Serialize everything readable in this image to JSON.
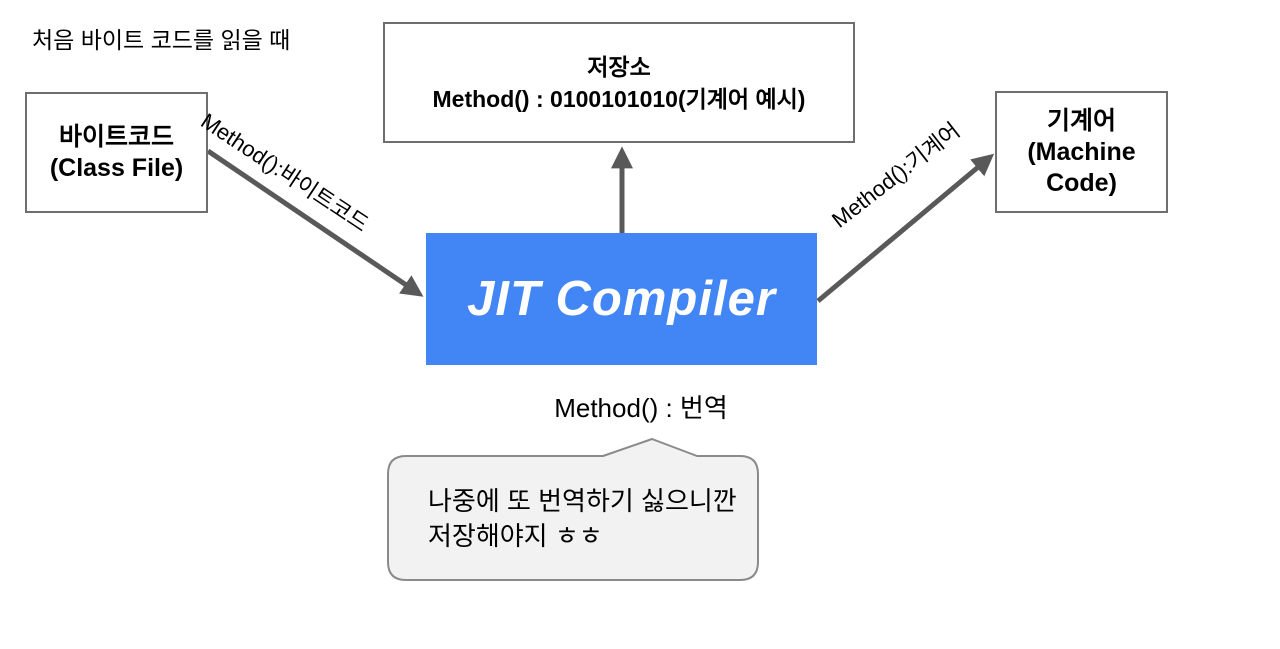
{
  "colors": {
    "accent_blue": "#4285f4",
    "arrow_gray": "#595959",
    "border_gray": "#6e6e6e",
    "bubble_fill": "#f2f2f2",
    "bubble_border": "#8a8a8a"
  },
  "caption": "처음 바이트 코드를 읽을 때",
  "boxes": {
    "bytecode": {
      "line1": "바이트코드",
      "line2": "(Class File)"
    },
    "storage": {
      "line1": "저장소",
      "line2": "Method() : 0100101010(기계어 예시)"
    },
    "machine": {
      "line1": "기계어",
      "line2": "(Machine Code)"
    },
    "jit": {
      "label": "JIT Compiler"
    }
  },
  "arrow_labels": {
    "bytecode_to_jit": "Method():바이트코드",
    "jit_to_machine": "Method():기계어"
  },
  "labels": {
    "translate": "Method() : 번역"
  },
  "bubble": {
    "line1": "나중에 또 번역하기 싫으니깐",
    "line2": "저장해야지 ㅎㅎ"
  }
}
